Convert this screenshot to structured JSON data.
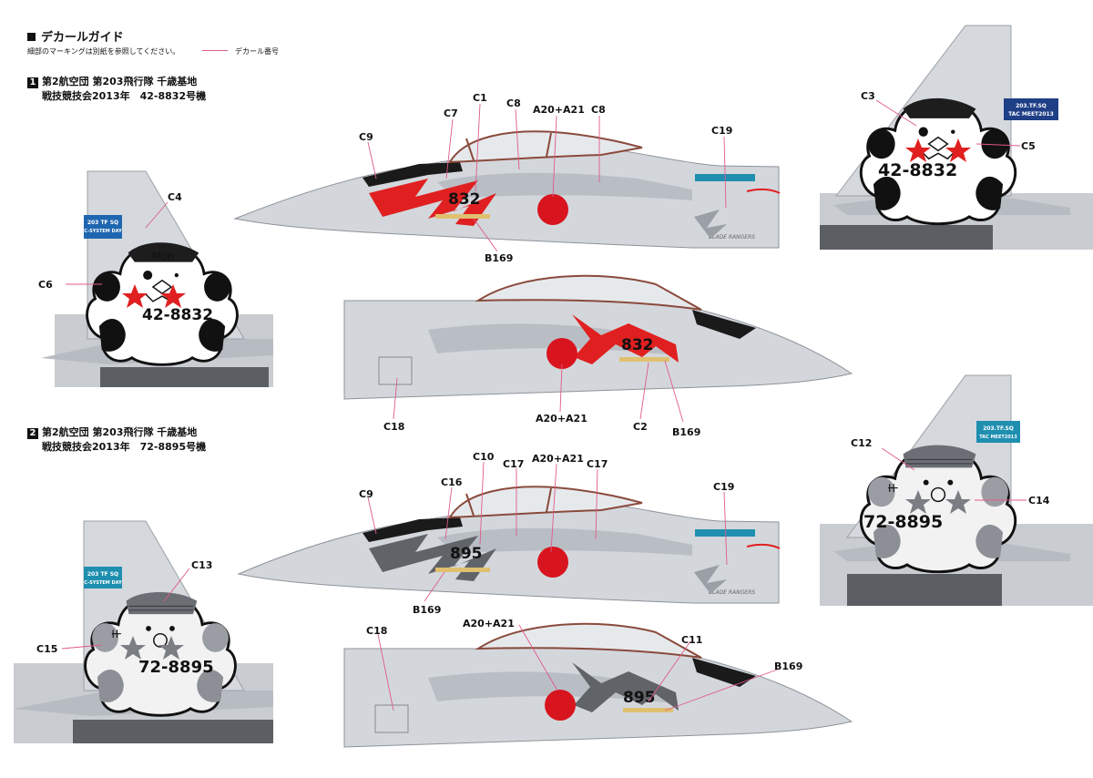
{
  "header": {
    "title": "デカールガイド",
    "note": "細部のマーキングは別紙を参照してください。",
    "legend_label": "デカール番号"
  },
  "sections": [
    {
      "number": "1",
      "line1": "第2航空団 第203飛行隊 千歳基地",
      "line2": "戦技競技会2013年　42-8832号機"
    },
    {
      "number": "2",
      "line1": "第2航空団 第203飛行隊 千歳基地",
      "line2": "戦技競技会2013年　72-8895号機"
    }
  ],
  "aircraft1": {
    "tail_number": "42-8832",
    "nose_number": "832",
    "left_tail_badge": [
      "203 TF SQ",
      "C-SYSTEM DAY"
    ],
    "right_tail_badge": [
      "203.TF.SQ",
      "TAC MEET2013"
    ],
    "bear_signature": "Mon",
    "fin_text": "BLADE RANGERS",
    "accent_color": "#e02020"
  },
  "aircraft2": {
    "tail_number": "72-8895",
    "nose_number": "895",
    "left_tail_badge": [
      "203 TF SQ",
      "C-SYSTEM DAY"
    ],
    "right_tail_badge": [
      "203.TF.SQ",
      "TAC MEET2013"
    ],
    "fin_text": "BLADE RANGERS",
    "accent_color": "#606368"
  },
  "callouts": {
    "c1": "C1",
    "c2": "C2",
    "c3": "C3",
    "c4": "C4",
    "c5": "C5",
    "c6": "C6",
    "c7": "C7",
    "c8": "C8",
    "c9": "C9",
    "c10": "C10",
    "c11": "C11",
    "c12": "C12",
    "c13": "C13",
    "c14": "C14",
    "c15": "C15",
    "c16": "C16",
    "c17": "C17",
    "c18": "C18",
    "c19": "C19",
    "a20": "A20+A21",
    "b169": "B169"
  },
  "colors": {
    "camo_light": "#d3d7dc",
    "camo_dark": "#b6bbc2",
    "canopy_frame": "#8a4a3c",
    "hinomaru": "#d8141e",
    "leader_line": "#e05a8a",
    "fin_stripe": "#1f8fb0"
  }
}
